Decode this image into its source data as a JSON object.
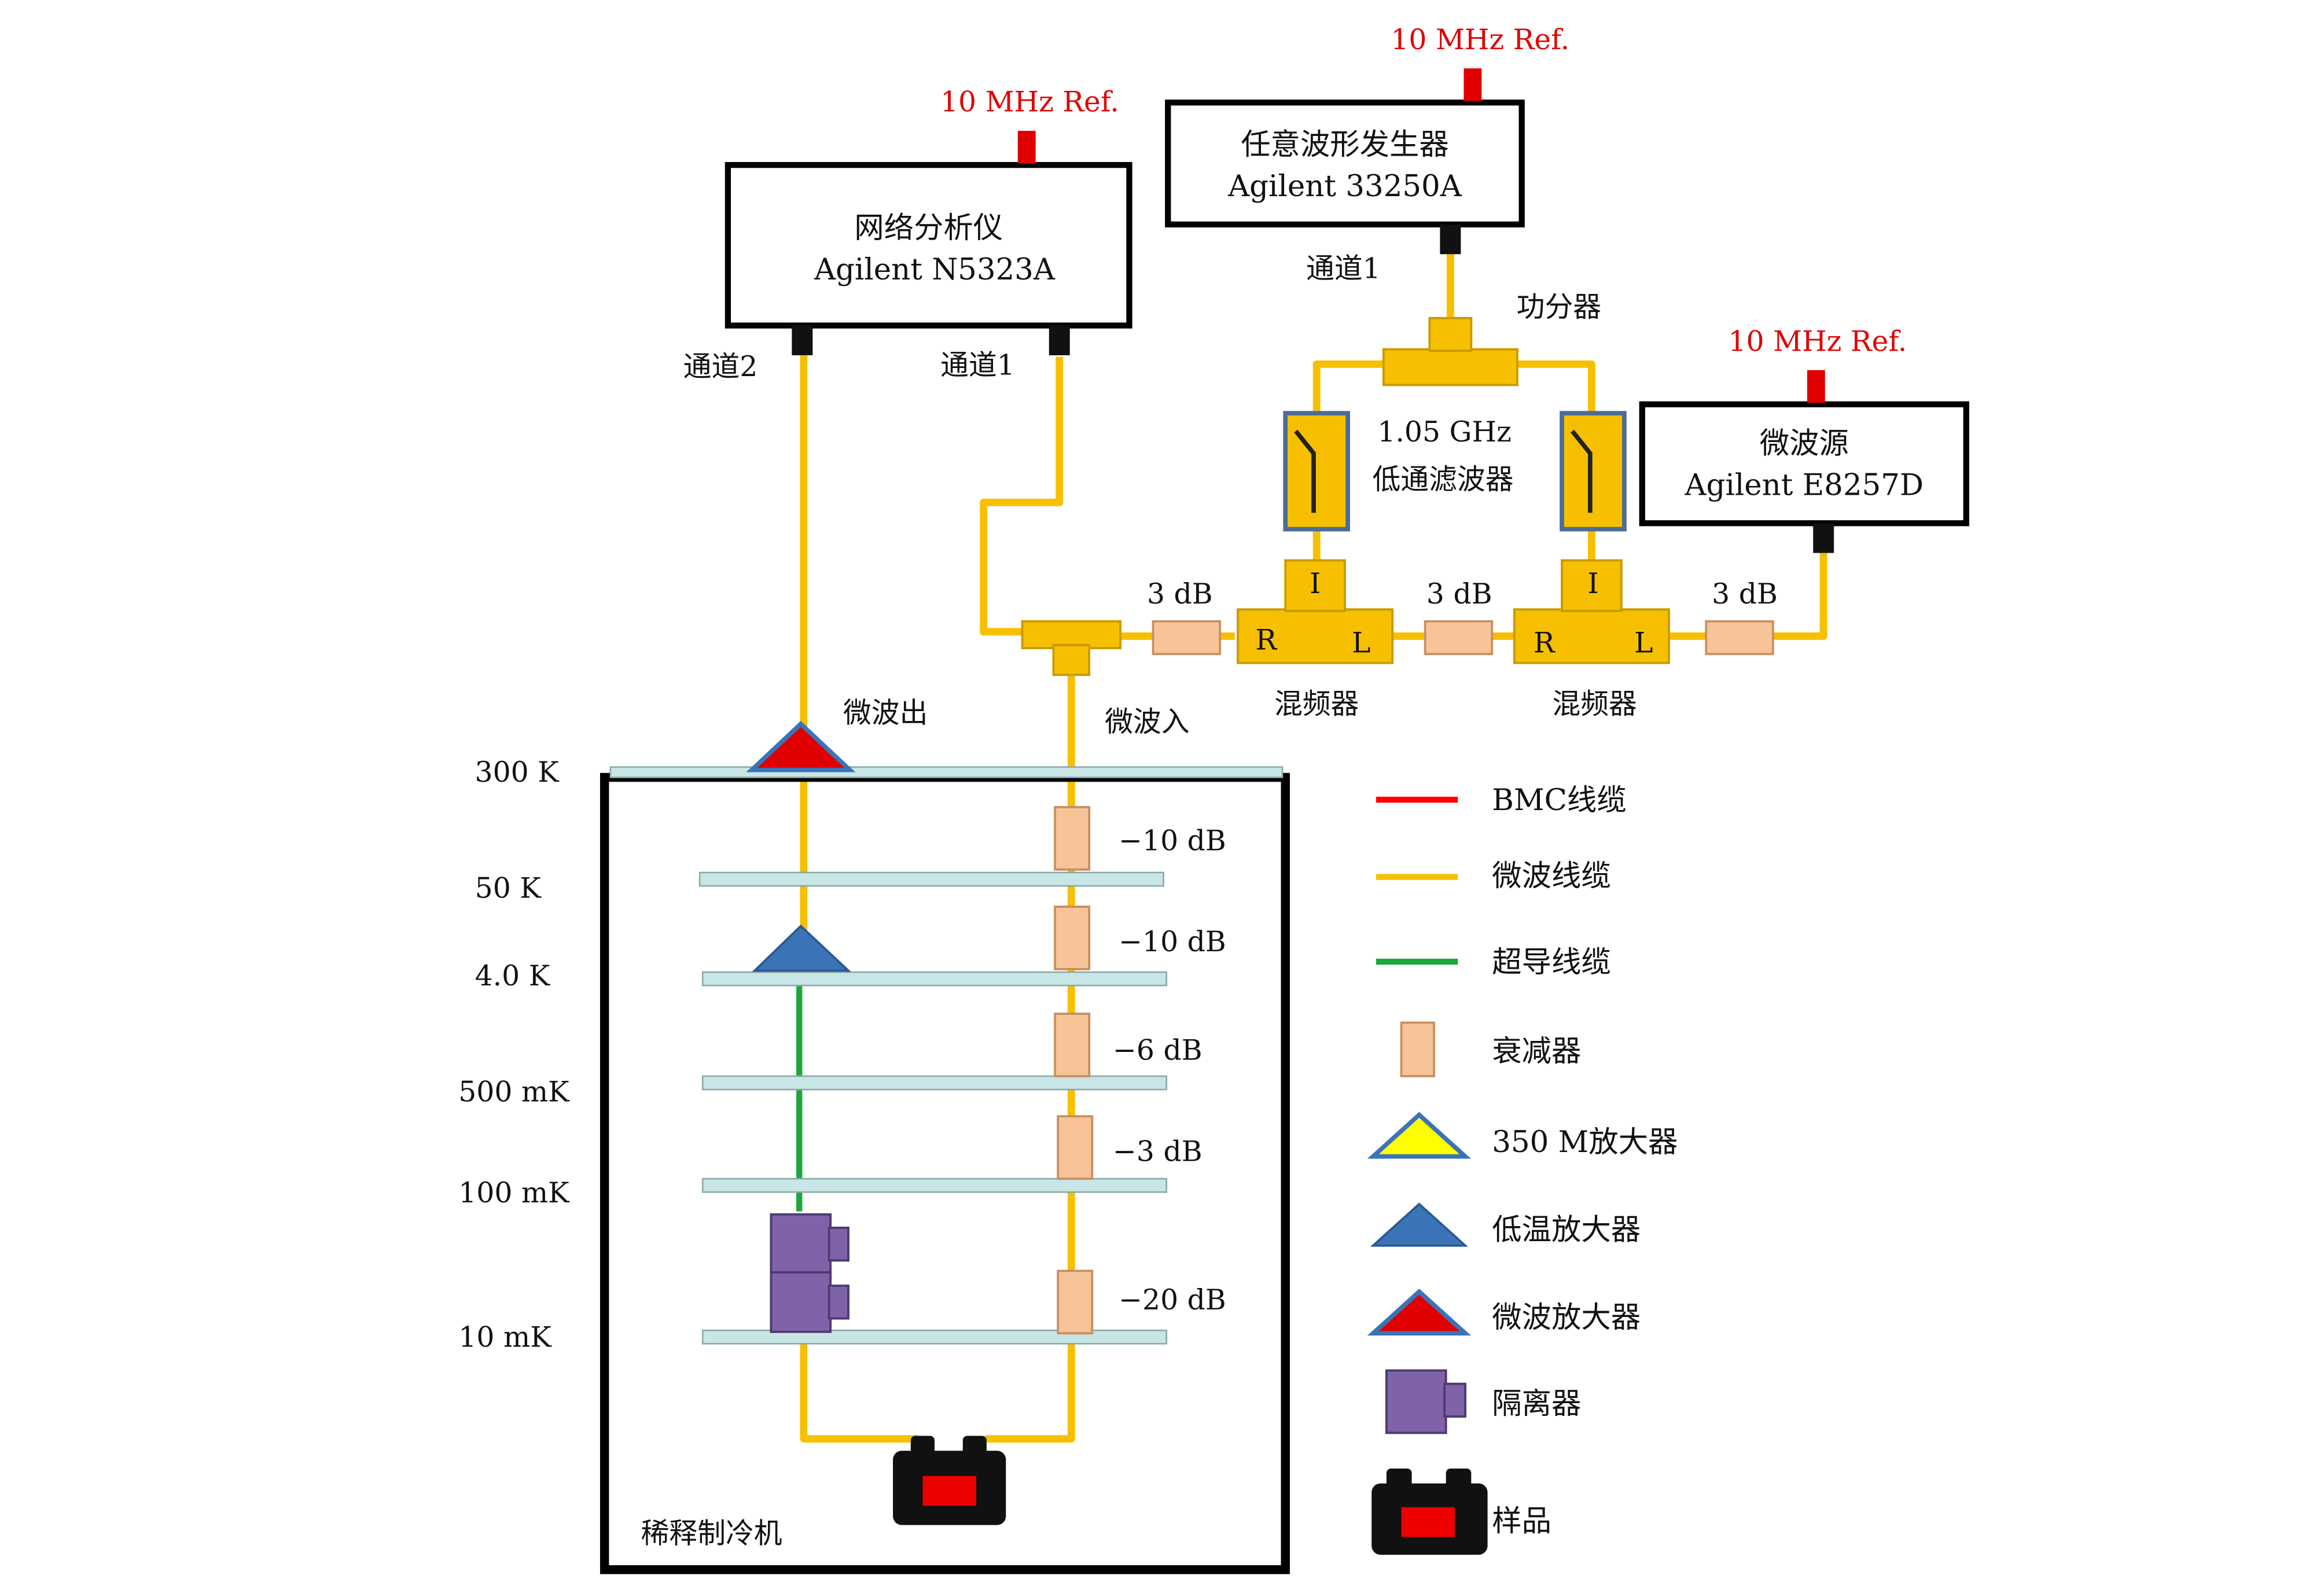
{
  "colors": {
    "microwave_cable": "#f6c000",
    "bmc_cable": "#ff0000",
    "sc_cable": "#1aa83c",
    "attenuator": "#f7c49a",
    "attenuator_stroke": "#c89060",
    "plate": "#c8e6e6",
    "isolator": "#7f63a8",
    "amp_lowtemp": "#3b74b6",
    "amp_microwave": "#e00000",
    "amp_350": "#ffff00",
    "sample_body": "#111111",
    "sample_core": "#ee0000",
    "ref_text": "#e00000",
    "filter_frame": "#4a6c96"
  },
  "instruments": {
    "vna": {
      "name": "网络分析仪",
      "model": "Agilent N5323A"
    },
    "awg": {
      "name": "任意波形发生器",
      "model": "Agilent 33250A"
    },
    "mw_source": {
      "name": "微波源",
      "model": "Agilent E8257D"
    }
  },
  "ref_label": "10 MHz Ref.",
  "ports": {
    "vna_ch2": "通道2",
    "vna_ch1": "通道1",
    "awg_ch1": "通道1"
  },
  "splitter_label": "功分器",
  "filter_label": {
    "freq": "1.05 GHz",
    "name": "低通滤波器"
  },
  "mixer_label": "混频器",
  "mixer_ports": {
    "i": "I",
    "r": "R",
    "l": "L"
  },
  "att_3db": "3 dB",
  "mw_out": "微波出",
  "mw_in": "微波入",
  "fridge_label": "稀释制冷机",
  "stages": [
    "300 K",
    "50 K",
    "4.0 K",
    "500 mK",
    "100 mK",
    "10 mK"
  ],
  "attenuations": [
    "−10 dB",
    "−10 dB",
    "−6 dB",
    "−3 dB",
    "−20 dB"
  ],
  "legend": [
    {
      "icon": "bmc-cable-icon",
      "label": "BMC线缆"
    },
    {
      "icon": "microwave-cable-icon",
      "label": "微波线缆"
    },
    {
      "icon": "superconducting-cable-icon",
      "label": "超导线缆"
    },
    {
      "icon": "attenuator-icon",
      "label": "衰减器"
    },
    {
      "icon": "amplifier-350m-icon",
      "label": "350 M放大器"
    },
    {
      "icon": "low-temp-amplifier-icon",
      "label": "低温放大器"
    },
    {
      "icon": "microwave-amplifier-icon",
      "label": "微波放大器"
    },
    {
      "icon": "isolator-icon",
      "label": "隔离器"
    },
    {
      "icon": "sample-icon",
      "label": "样品"
    }
  ]
}
